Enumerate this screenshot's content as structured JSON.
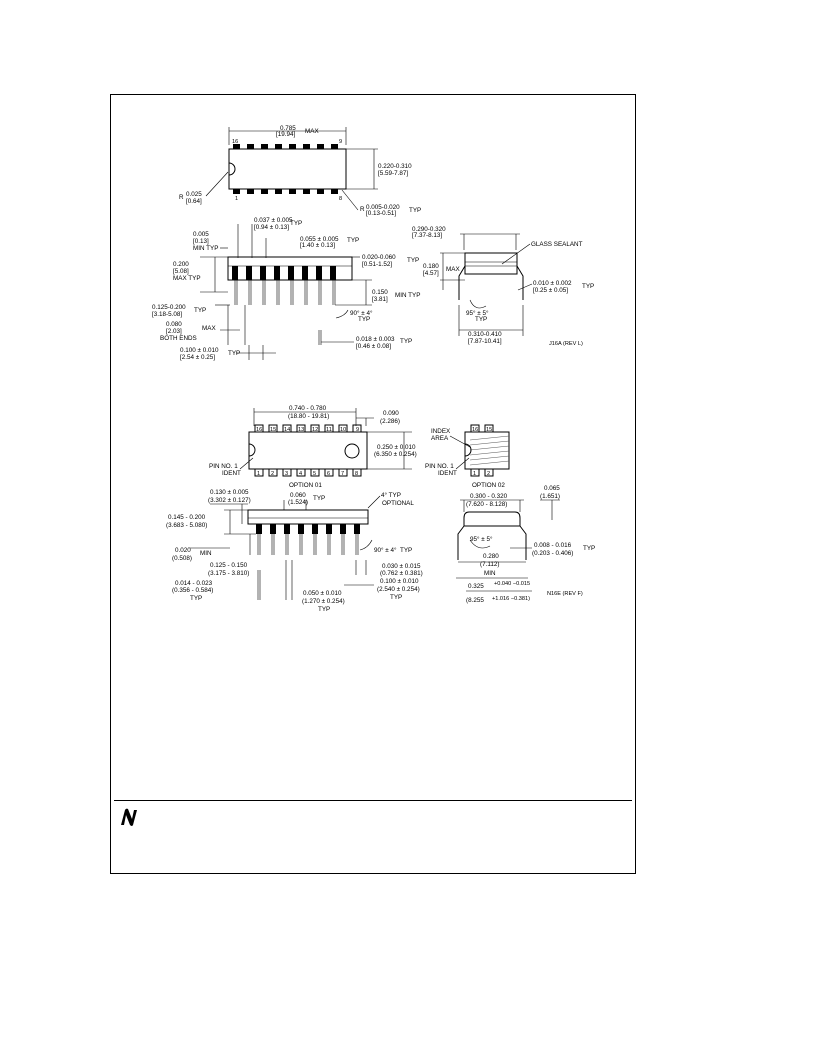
{
  "j16a": {
    "overall_length": "0.785",
    "overall_length_mm": "[19.94]",
    "max": "MAX",
    "pin16": "16",
    "pin9": "9",
    "pin1": "1",
    "pin8": "8",
    "body_width": "0.220-0.310",
    "body_width_mm": "[5.59-7.87]",
    "r_prefix": "R",
    "notch_radius": "0.025",
    "notch_radius_mm": "[0.64]",
    "end_radius": "0.005-0.020",
    "end_radius_mm": "[0.13-0.51]",
    "typ": "TYP",
    "lead_width": "0.037 ± 0.005",
    "lead_width_mm": "[0.94 ± 0.13]",
    "lead_width2": "0.055 ± 0.005",
    "lead_width2_mm": "[1.40 ± 0.13]",
    "min_offset": "0.005",
    "min_offset_mm": "[0.13]",
    "min_typ": "MIN TYP",
    "height": "0.200",
    "height_mm": "[5.08]",
    "max_typ": "MAX TYP",
    "standoff": "0.020-0.060",
    "standoff_mm": "[0.51-1.52]",
    "seat": "0.150",
    "seat_mm": "[3.81]",
    "min_typ2": "MIN TYP",
    "lead_len": "0.125-0.200",
    "lead_len_mm": "[3.18-5.08]",
    "angle": "90° ± 4°",
    "typ2": "TYP",
    "end_dim": "0.080",
    "end_dim_mm": "[2.03]",
    "max2": "MAX",
    "both_ends": "BOTH ENDS",
    "lead_dia": "0.018 ± 0.003",
    "lead_dia_mm": "[0.46 ± 0.08]",
    "pitch": "0.100 ± 0.010",
    "pitch_mm": "[2.54 ± 0.25]",
    "row_span": "0.290-0.320",
    "row_span_mm": "[7.37-8.13]",
    "glass_sealant": "GLASS SEALANT",
    "side_height": "0.180",
    "side_height_mm": "[4.57]",
    "lead_thk": "0.010 ± 0.002",
    "lead_thk_mm": "[0.25 ± 0.05]",
    "side_angle": "95° ± 5°",
    "foot_span": "0.310-0.410",
    "foot_span_mm": "[7.87-10.41]",
    "rev": "J16A (REV L)"
  },
  "n16e": {
    "length": "0.740 - 0.780",
    "length_mm": "(18.80 - 19.81)",
    "end_gap": "0.090",
    "end_gap_mm": "(2.286)",
    "top_pins": [
      "16",
      "15",
      "14",
      "13",
      "12",
      "11",
      "10",
      "9"
    ],
    "bottom_pins": [
      "1",
      "2",
      "3",
      "4",
      "5",
      "6",
      "7",
      "8"
    ],
    "width": "0.250 ± 0.010",
    "width_mm": "(6.350 ± 0.254)",
    "pin1_ident": "PIN NO. 1",
    "ident": "IDENT",
    "option01": "OPTION 01",
    "index_area_1": "INDEX",
    "index_area_2": "AREA",
    "opt2_top_pins": [
      "16",
      "15"
    ],
    "opt2_bottom_pins": [
      "1",
      "2"
    ],
    "pin1_ident2": "PIN NO. 1",
    "ident2": "IDENT",
    "option02": "OPTION 02",
    "top_dim": "0.130 ± 0.005",
    "top_dim_mm": "(3.302 ± 0.127)",
    "lead_w": "0.060",
    "lead_w_mm": "(1.524)",
    "typ": "TYP",
    "taper": "4° TYP",
    "optional": "OPTIONAL",
    "body_h": "0.145 - 0.200",
    "body_h_mm": "(3.683 - 5.080)",
    "min_seat": "0.020",
    "min_seat_mm": "(0.508)",
    "min": "MIN",
    "lead_angle": "90° ± 4°",
    "typ3": "TYP",
    "lead_len": "0.125 - 0.150",
    "lead_len_mm": "(3.175 - 3.810)",
    "lead_dia": "0.014 - 0.023",
    "lead_dia_mm": "(0.356 - 0.584)",
    "typ4": "TYP",
    "shoulder": "0.050 ± 0.010",
    "shoulder_mm": "(1.270 ± 0.254)",
    "typ5": "TYP",
    "foot": "0.030 ± 0.015",
    "foot_mm": "(0.762 ± 0.381)",
    "pitch": "0.100 ± 0.010",
    "pitch_mm": "(2.540 ± 0.254)",
    "typ6": "TYP",
    "row_span": "0.300 - 0.320",
    "row_span_mm": "(7.620 - 8.128)",
    "side_gap": "0.065",
    "side_gap_mm": "(1.651)",
    "side_angle": "95° ± 5°",
    "lead_thk": "0.008 - 0.016",
    "lead_thk_mm": "(0.203 - 0.406)",
    "typ7": "TYP",
    "min_span": "0.280",
    "min_span_mm": "(7.112)",
    "min2": "MIN",
    "max_span": "0.325",
    "max_span_tol": "+0.040 −0.015",
    "max_span_mm": "(8.255",
    "max_span_mm_tol": "+1.016 −0.381)",
    "rev": "N16E (REV F)"
  }
}
